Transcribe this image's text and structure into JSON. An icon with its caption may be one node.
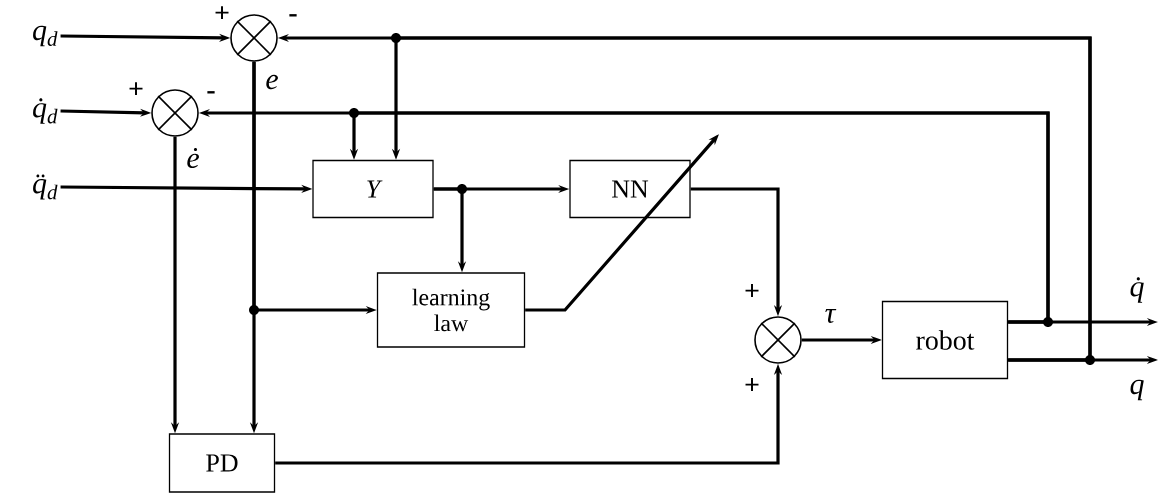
{
  "diagram": {
    "nodes": [
      {
        "text": [
          "q$_{d}$"
        ]
      },
      {
        "text": [
          "q̇$_{d}$"
        ]
      },
      {
        "text": [
          "q̈$_{d}$"
        ]
      },
      {
        "text": [],
        "shape": "circle",
        "beside": [
          "+",
          "-"
        ]
      },
      {
        "text": [],
        "shape": "circle",
        "beside": [
          "+",
          "-"
        ]
      },
      {
        "text": [
          "Y"
        ]
      },
      {
        "text": [
          "NN"
        ]
      },
      {
        "text": [
          "learning law"
        ]
      },
      {
        "text": [],
        "shape": "circle",
        "beside": [
          "+",
          "+"
        ]
      },
      {
        "text": [
          "robot"
        ]
      },
      {
        "text": [
          "PD"
        ]
      }
    ],
    "edges": [
      {
        "from": 0,
        "to": 3,
        "arrow": "to"
      },
      {
        "from": 1,
        "to": 4,
        "arrow": "to"
      },
      {
        "from": 2,
        "to": 5,
        "arrow": "to"
      },
      {
        "from": 3,
        "to": 10,
        "arrow": "to",
        "label": "e"
      },
      {
        "from": 4,
        "to": 10,
        "arrow": "to",
        "label": "ė"
      },
      {
        "from": 9,
        "to": 3,
        "arrow": "to"
      },
      {
        "from": 9,
        "to": 5,
        "arrow": "to"
      },
      {
        "from": 9,
        "to": 4,
        "arrow": "to"
      },
      {
        "from": 9,
        "to": 5,
        "arrow": "to"
      },
      {
        "from": 5,
        "to": 6,
        "arrow": "to"
      },
      {
        "from": 5,
        "to": 7,
        "arrow": "to"
      },
      {
        "from": 3,
        "to": 7,
        "arrow": "to"
      },
      {
        "from": 7,
        "to": 6,
        "arrow": "to"
      },
      {
        "from": 6,
        "to": 8,
        "arrow": "to"
      },
      {
        "from": 10,
        "to": 8,
        "arrow": "to"
      },
      {
        "from": 8,
        "to": 9,
        "arrow": "to",
        "label": "τ"
      },
      {
        "from": 9,
        "to": null,
        "arrow": "to",
        "label": "q̇"
      },
      {
        "from": 9,
        "to": null,
        "arrow": "to",
        "label": "q"
      }
    ]
  }
}
